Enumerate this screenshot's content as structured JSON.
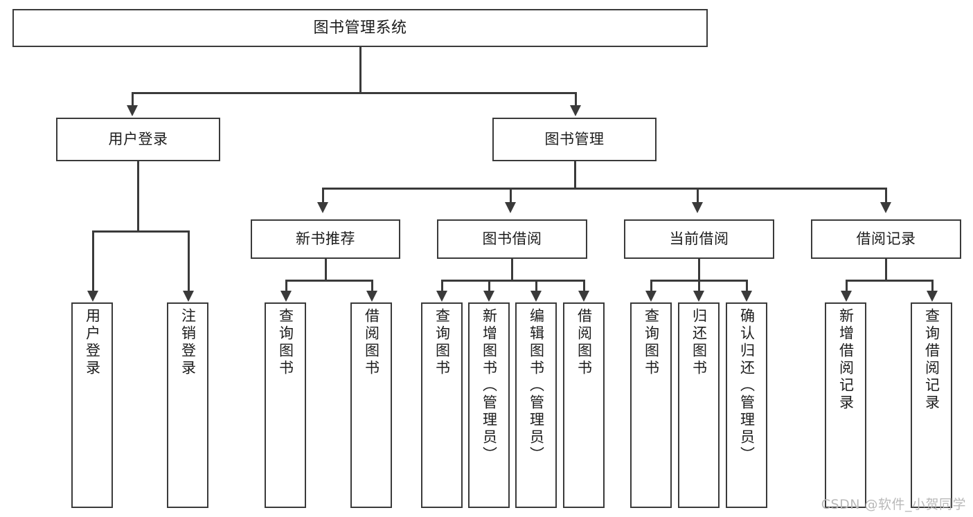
{
  "diagram": {
    "type": "tree",
    "title": "图书管理系统",
    "watermark": "CSDN @软件_小贺同学",
    "colors": {
      "stroke": "#3a3a3a",
      "fill": "#ffffff",
      "text": "#1c1c1c",
      "watermark": "#b9b9b9"
    },
    "root": {
      "label": "图书管理系统"
    },
    "level2": [
      {
        "label": "用户登录"
      },
      {
        "label": "图书管理"
      }
    ],
    "level3": [
      {
        "label": "新书推荐"
      },
      {
        "label": "图书借阅"
      },
      {
        "label": "当前借阅"
      },
      {
        "label": "借阅记录"
      }
    ],
    "leaves": {
      "user_login": [
        {
          "label": "用户登录"
        },
        {
          "label": "注销登录"
        }
      ],
      "new_book": [
        {
          "label": "查询图书"
        },
        {
          "label": "借阅图书"
        }
      ],
      "book_borrow": [
        {
          "label": "查询图书"
        },
        {
          "label": "新增图书（管理员）"
        },
        {
          "label": "编辑图书（管理员）"
        },
        {
          "label": "借阅图书"
        }
      ],
      "current_borrow": [
        {
          "label": "查询图书"
        },
        {
          "label": "归还图书"
        },
        {
          "label": "确认归还（管理员）"
        }
      ],
      "borrow_record": [
        {
          "label": "新增借阅记录"
        },
        {
          "label": "查询借阅记录"
        }
      ]
    }
  }
}
